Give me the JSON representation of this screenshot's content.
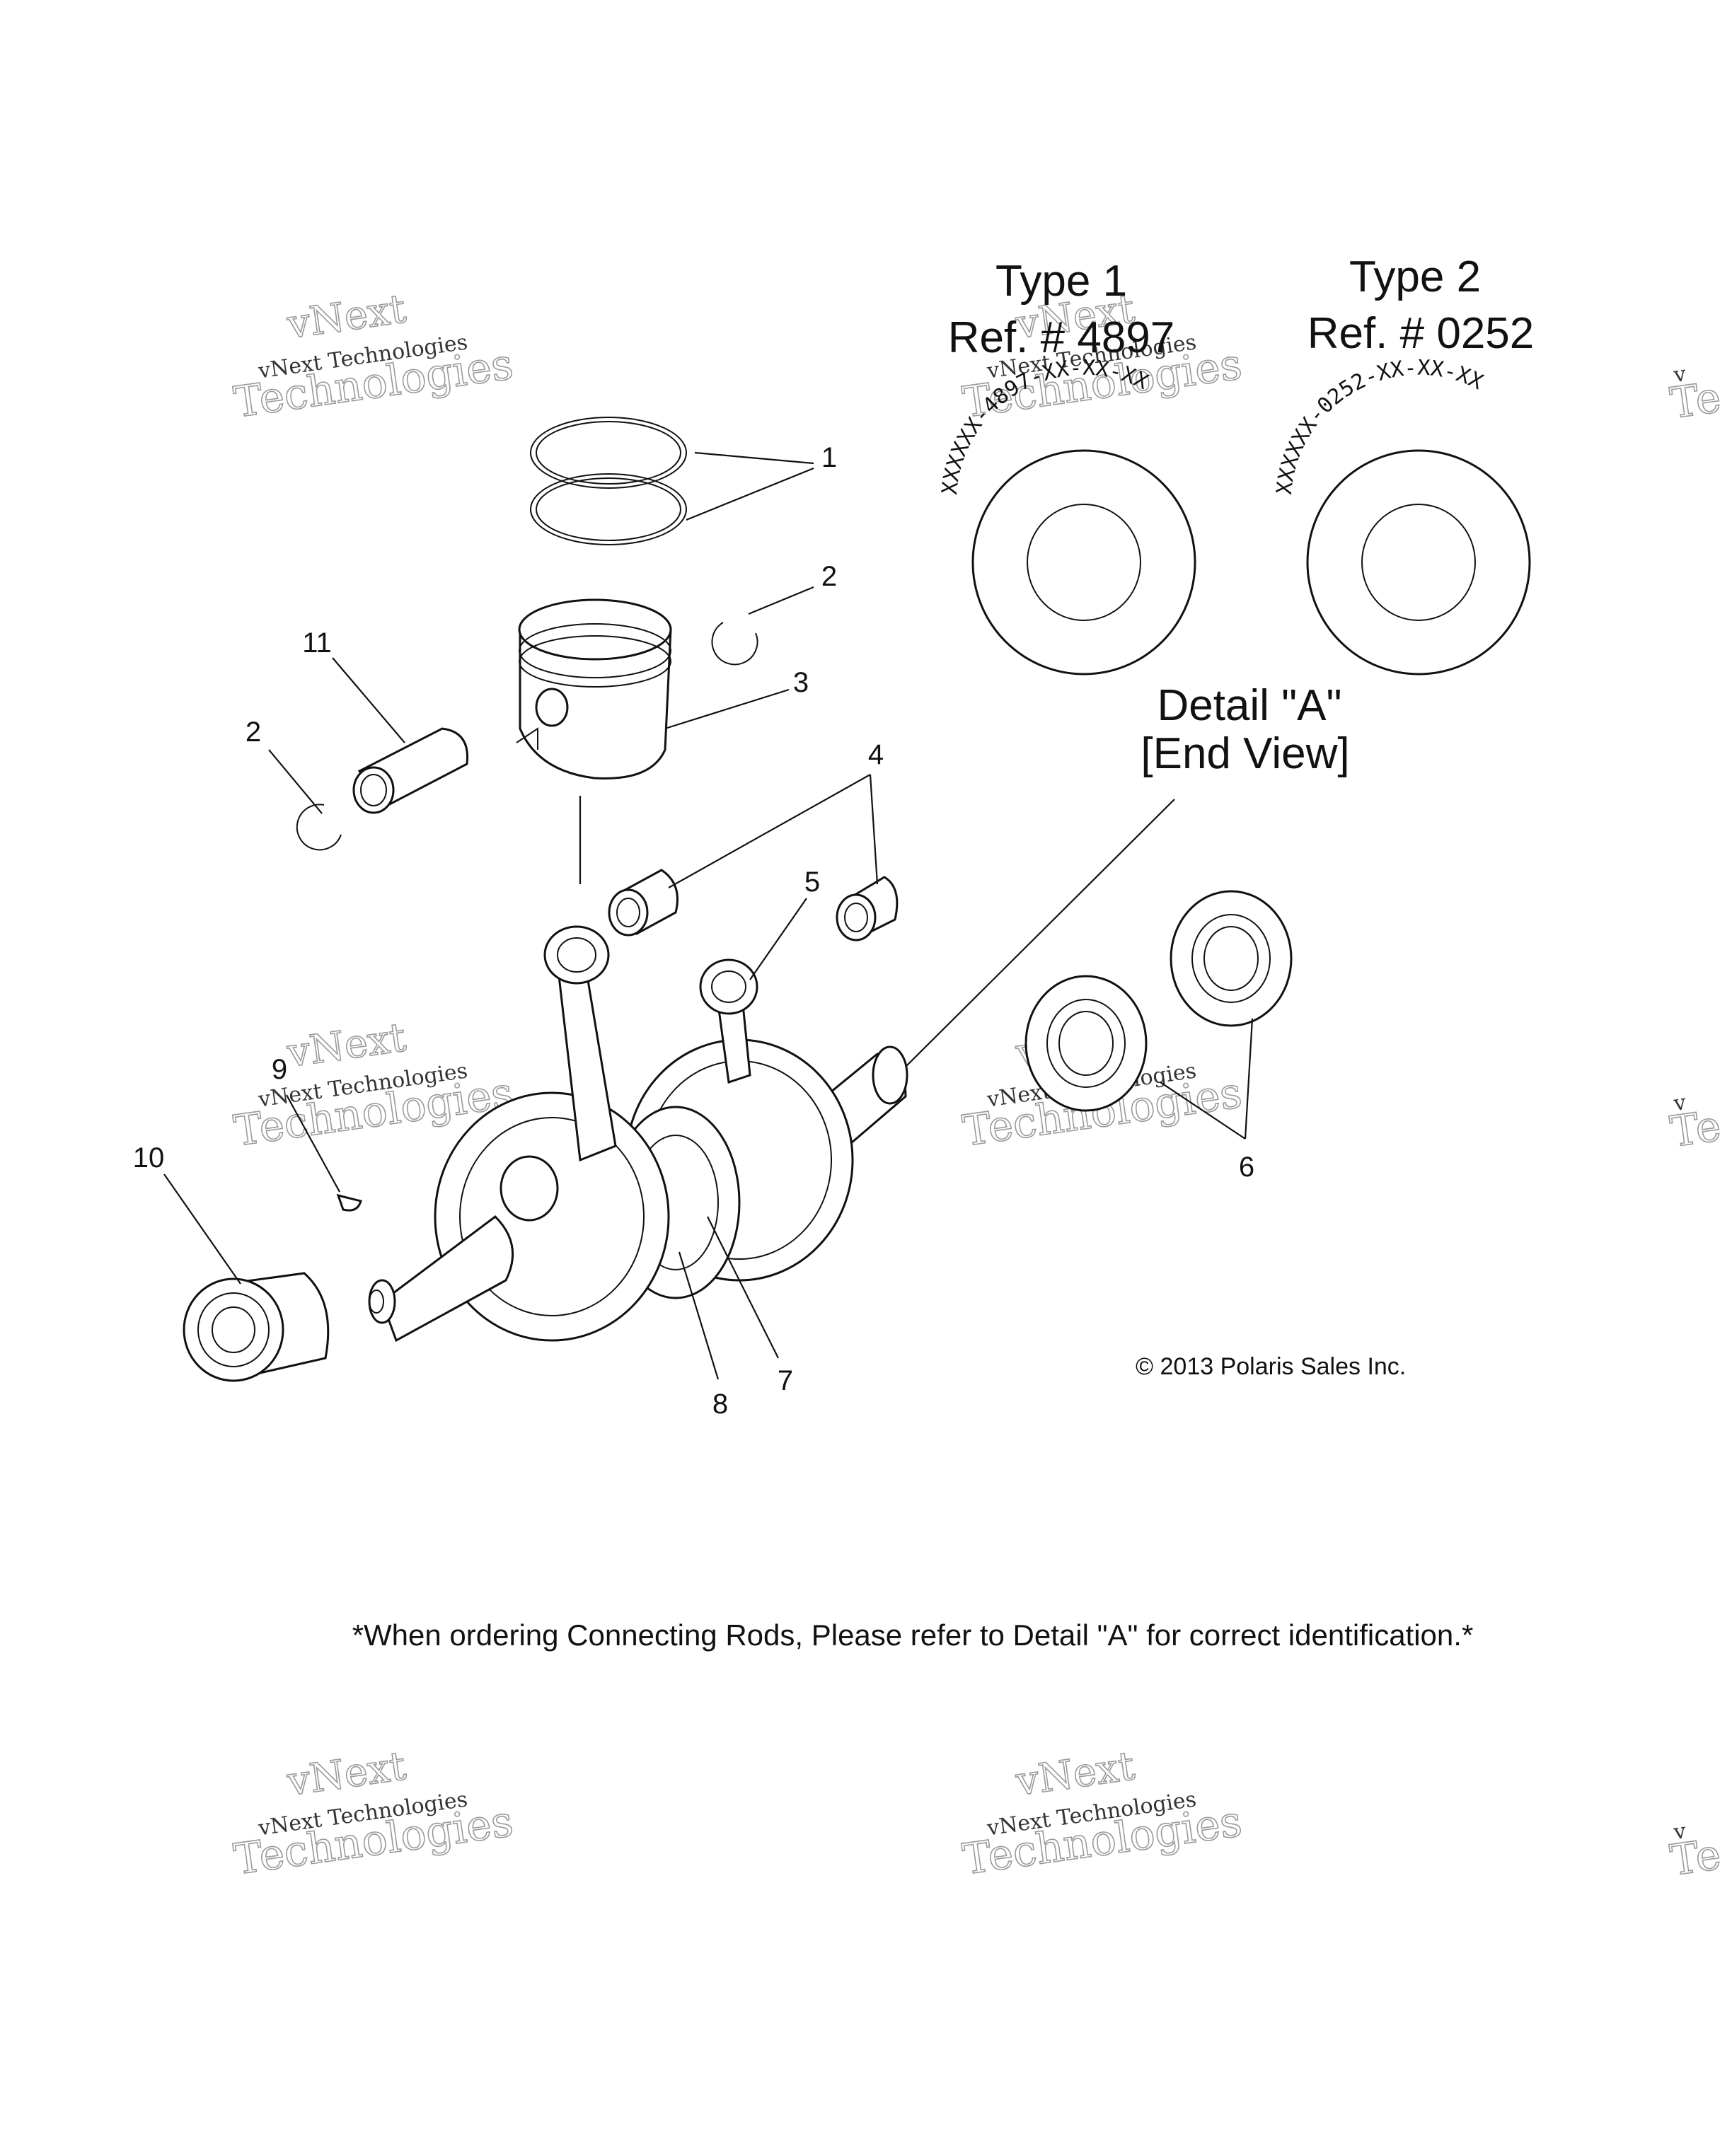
{
  "detail": {
    "type1": {
      "title": "Type 1",
      "ref": "Ref. # 4897",
      "marking": "XXXXXX-4897-XX-XX-XX"
    },
    "type2": {
      "title": "Type 2",
      "ref": "Ref. # 0252",
      "marking": "XXXXXX-0252-XX-XX-XX"
    },
    "label_line1": "Detail \"A\"",
    "label_line2": "[End View]"
  },
  "callouts": {
    "c1": "1",
    "c2a": "2",
    "c2b": "2",
    "c3": "3",
    "c4": "4",
    "c5": "5",
    "c6": "6",
    "c7": "7",
    "c8": "8",
    "c9": "9",
    "c10": "10",
    "c11": "11"
  },
  "copyright": "© 2013 Polaris Sales Inc.",
  "footnote": "*When ordering Connecting Rods, Please refer to Detail \"A\" for correct identification.*",
  "watermark": {
    "line1": "vNext",
    "line2": "vNext Technologies",
    "line3": "Technologies"
  }
}
